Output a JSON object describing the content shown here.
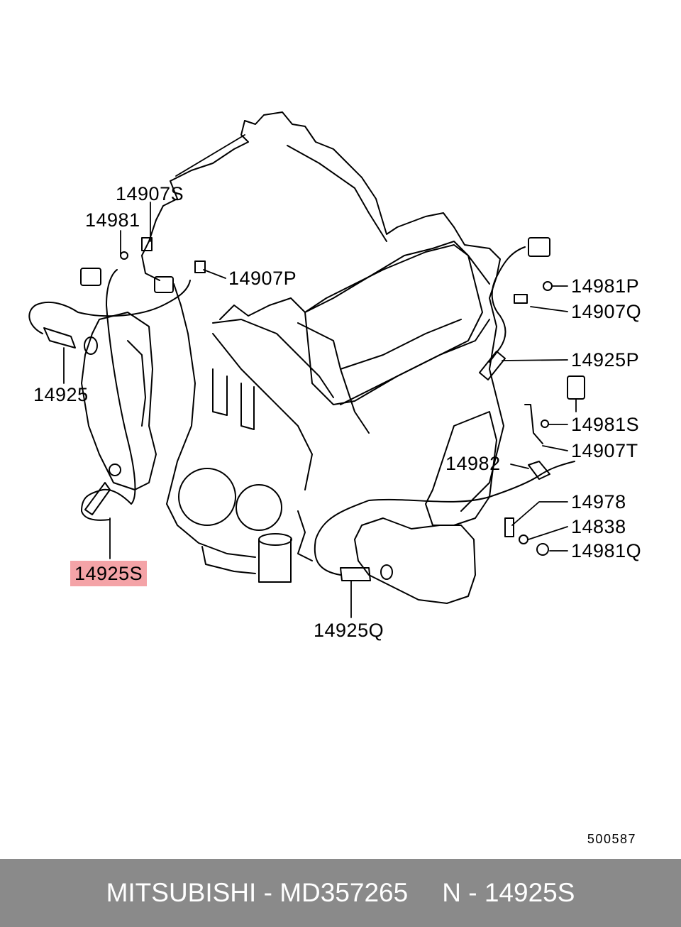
{
  "callouts": {
    "c14907S": "14907S",
    "c14981": "14981",
    "c14907P": "14907P",
    "c14925": "14925",
    "c14925S": "14925S",
    "c14981P": "14981P",
    "c14907Q": "14907Q",
    "c14925P": "14925P",
    "c14981S": "14981S",
    "c14907T": "14907T",
    "c14982": "14982",
    "c14978": "14978",
    "c14838": "14838",
    "c14981Q": "14981Q",
    "c14925Q": "14925Q"
  },
  "highlight_color": "#f4a3a7",
  "diagram_id": "500587",
  "footer": {
    "brand": "MITSUBISHI",
    "separator": "-",
    "part_number": "MD357265",
    "ref_prefix": "N",
    "ref_code": "14925S"
  },
  "footer_color": "#8a8a8a"
}
